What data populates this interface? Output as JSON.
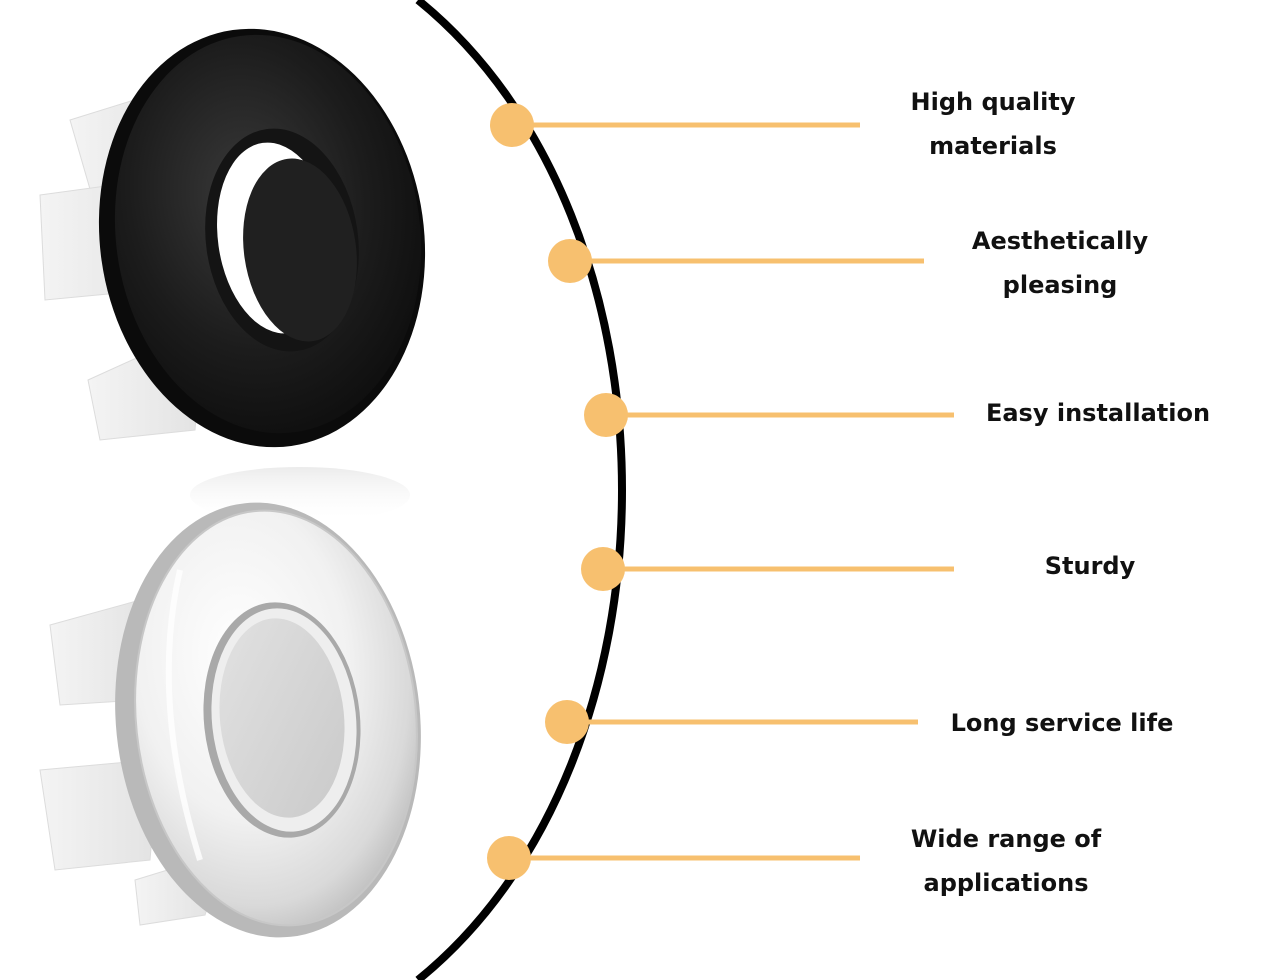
{
  "colors": {
    "background": "#ffffff",
    "curve": "#000000",
    "accent": "#f7c06f",
    "text": "#111111"
  },
  "products": [
    {
      "name": "black-overflow-ring",
      "finish": "black"
    },
    {
      "name": "chrome-overflow-ring",
      "finish": "chrome"
    }
  ],
  "features": [
    {
      "lines": [
        "High quality",
        "materials"
      ]
    },
    {
      "lines": [
        "Aesthetically",
        "pleasing"
      ]
    },
    {
      "lines": [
        "Easy installation"
      ]
    },
    {
      "lines": [
        "Sturdy"
      ]
    },
    {
      "lines": [
        "Long service life"
      ]
    },
    {
      "lines": [
        "Wide range of",
        "applications"
      ]
    }
  ]
}
